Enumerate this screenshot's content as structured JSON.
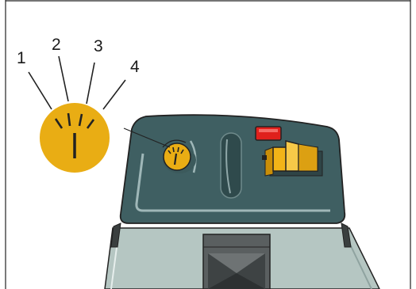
{
  "knob_positions": [
    "1",
    "2",
    "3",
    "4"
  ],
  "colors": {
    "frame": "#222222",
    "housing_panel": "#3f5f62",
    "housing_body": "#b5c6c2",
    "knob": "#e9ad14",
    "indicator_lamp": "#e0201c",
    "rocker_switch": "#f2b418"
  }
}
